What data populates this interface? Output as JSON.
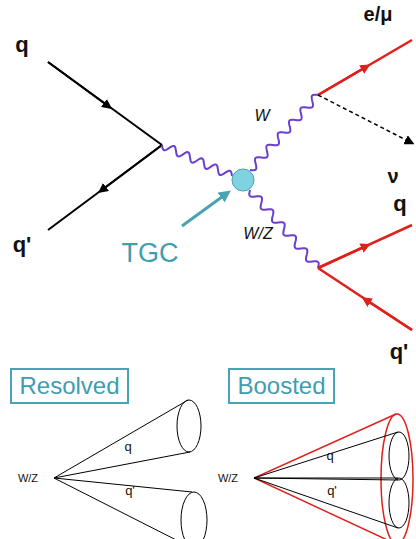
{
  "diagram": {
    "nodes": [
      {
        "text": [
          "Resolved"
        ]
      },
      {
        "text": [
          "Boosted"
        ]
      }
    ],
    "labels": [
      "q",
      "q'",
      "W",
      "W/Z",
      "TGC",
      "e/μ",
      "ν",
      "q",
      "q'",
      "W/Z",
      "q",
      "q'",
      "W/Z",
      "q",
      "q'"
    ]
  }
}
